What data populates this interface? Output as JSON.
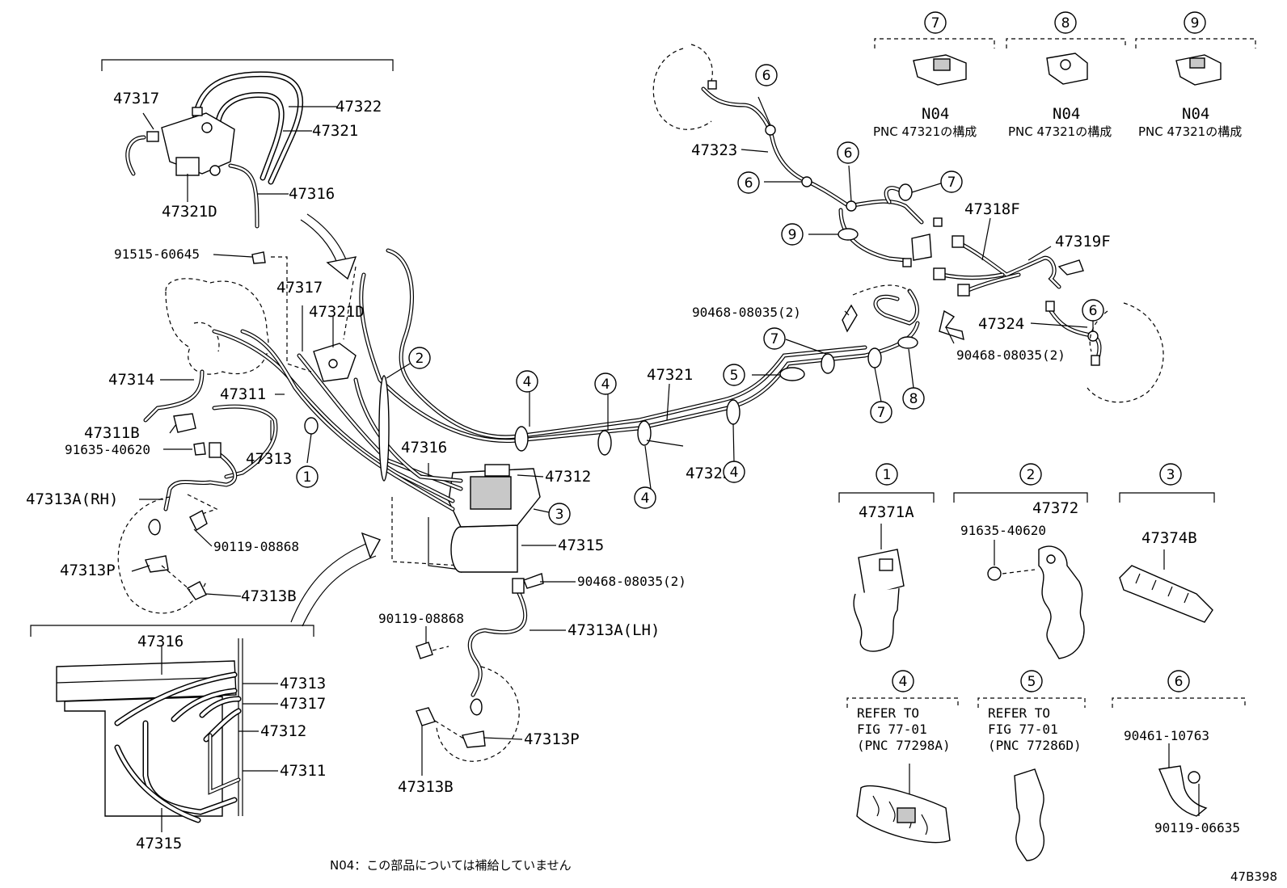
{
  "labels": {
    "p47317_top": "47317",
    "p47322_top": "47322",
    "p47321_top": "47321",
    "p47316_top": "47316",
    "p47321D_top": "47321D",
    "p91515": "91515-60645",
    "p47317_mid": "47317",
    "p47321D_mid": "47321D",
    "p47314": "47314",
    "p47311_mid": "47311",
    "p47311B": "47311B",
    "p91635_left": "91635-40620",
    "p47313_mid": "47313",
    "p47313A_RH": "47313A(RH)",
    "p90119_08868_left": "90119-08868",
    "p47313P_left": "47313P",
    "p47313B_left": "47313B",
    "p47316_mid": "47316",
    "p47312_mid": "47312",
    "p47315_mid": "47315",
    "p90468_mid": "90468-08035(2)",
    "p90119_08868_low": "90119-08868",
    "p47313A_LH": "47313A(LH)",
    "p47313P_low": "47313P",
    "p47313B_low": "47313B",
    "p47321_center": "47321",
    "p47322_center": "47322",
    "p47323": "47323",
    "p47318F": "47318F",
    "p47319F": "47319F",
    "p90468_upper": "90468-08035(2)",
    "p90468_right": "90468-08035(2)",
    "p47324": "47324",
    "p47316_inset": "47316",
    "p47313_inset": "47313",
    "p47317_inset": "47317",
    "p47312_inset": "47312",
    "p47311_inset": "47311",
    "p47315_inset": "47315",
    "p47371A": "47371A",
    "p47372": "47372",
    "p91635_kit": "91635-40620",
    "p47374B": "47374B",
    "p90461": "90461-10763",
    "p90119_06635": "90119-06635"
  },
  "callouts": {
    "c1": "1",
    "c2": "2",
    "c3": "3",
    "c4": "4",
    "c5": "5",
    "c6": "6",
    "c7": "7",
    "c8": "8",
    "c9": "9"
  },
  "top_kits": {
    "code": "N04",
    "desc": "PNC 47321の構成"
  },
  "refers": {
    "k4_line1": "REFER TO",
    "k4_line2": "FIG 77-01",
    "k4_line3": "(PNC 77298A)",
    "k5_line1": "REFER TO",
    "k5_line2": "FIG 77-01",
    "k5_line3": "(PNC 77286D)"
  },
  "footer": {
    "note": "N04：この部品については補給していません",
    "figure_id": "47B398"
  }
}
